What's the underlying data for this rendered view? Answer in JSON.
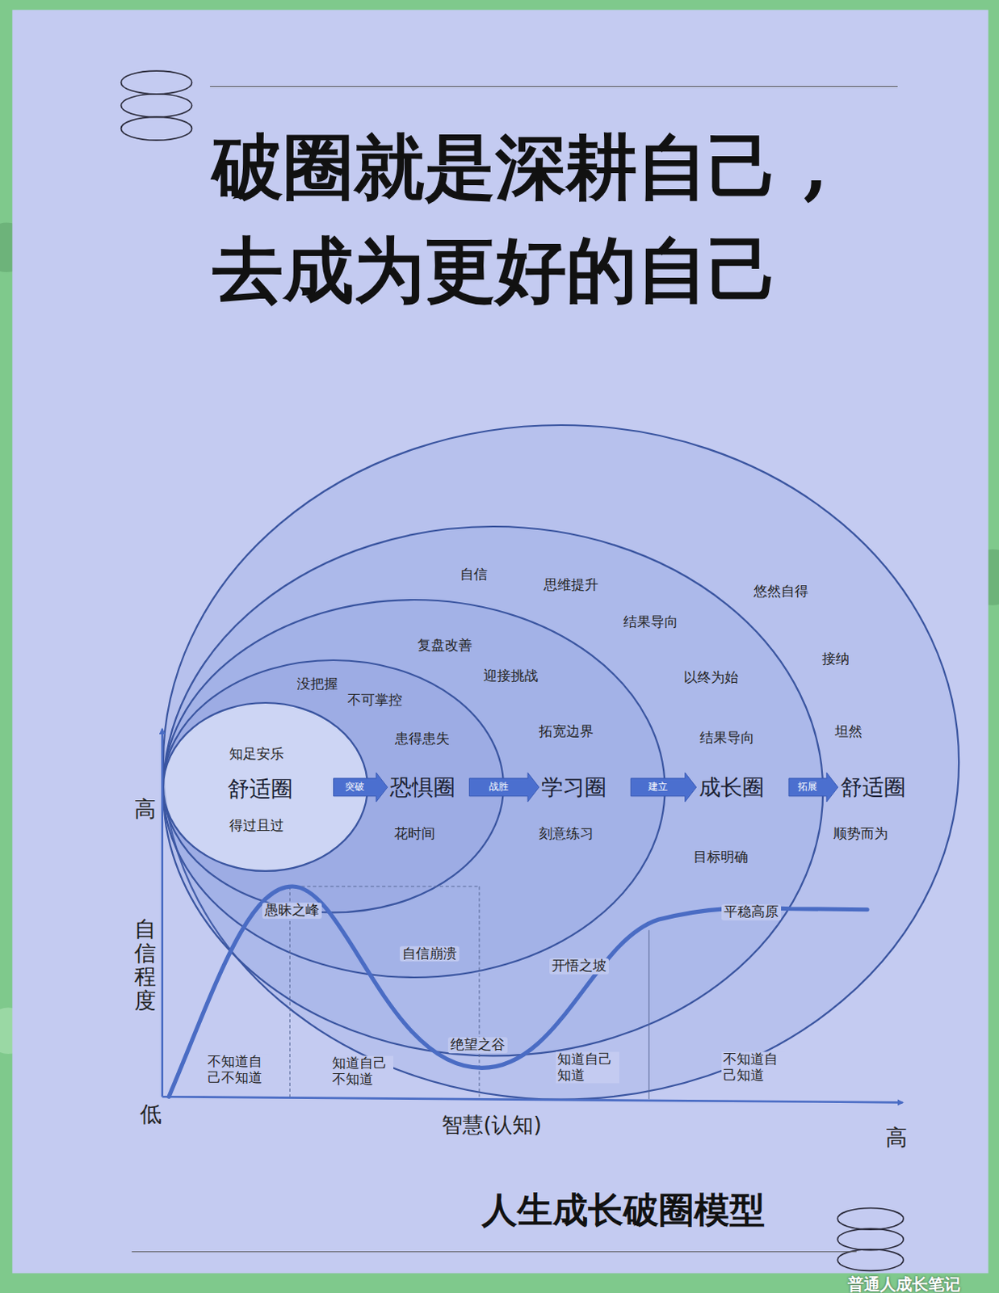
{
  "diagram": {
    "title": "破圈就是深耕自己 ,去成为更好的自己",
    "caption": "人生成长破圈模型",
    "nodes": [
      {
        "text": [
          "舒适圈",
          "悠然自得",
          "接纳",
          "坦然",
          "顺势而为"
        ]
      },
      {
        "text": [
          "成长圈",
          "自信",
          "思维提升",
          "结果导向",
          "以终为始",
          "结果导向",
          "目标明确"
        ],
        "in": 0
      },
      {
        "text": [
          "学习圈",
          "复盘改善",
          "迎接挑战",
          "拓宽边界",
          "刻意练习"
        ],
        "in": 1
      },
      {
        "text": [
          "恐惧圈",
          "没把握",
          "不可掌控",
          "患得患失",
          "花时间"
        ],
        "in": 2
      },
      {
        "text": [
          "舒适圈",
          "知足安乐",
          "得过且过"
        ],
        "in": 3
      }
    ],
    "edges": [
      {
        "from": 4,
        "to": 3,
        "label": "突破",
        "arrow": "to"
      },
      {
        "from": 3,
        "to": 2,
        "label": "战胜",
        "arrow": "to"
      },
      {
        "from": 2,
        "to": 1,
        "label": "建立",
        "arrow": "to"
      },
      {
        "from": 1,
        "to": 0,
        "label": "拓展",
        "arrow": "to"
      }
    ],
    "labels": [
      "高",
      "自信程度",
      "低",
      "智慧(认知)",
      "高",
      "愚昧之峰",
      "自信崩溃",
      "绝望之谷",
      "开悟之坡",
      "平稳高原",
      "不知道自己不知道",
      "知道自己不知道",
      "知道自己知道",
      "不知道自己知道",
      "普通人成长笔记"
    ]
  }
}
